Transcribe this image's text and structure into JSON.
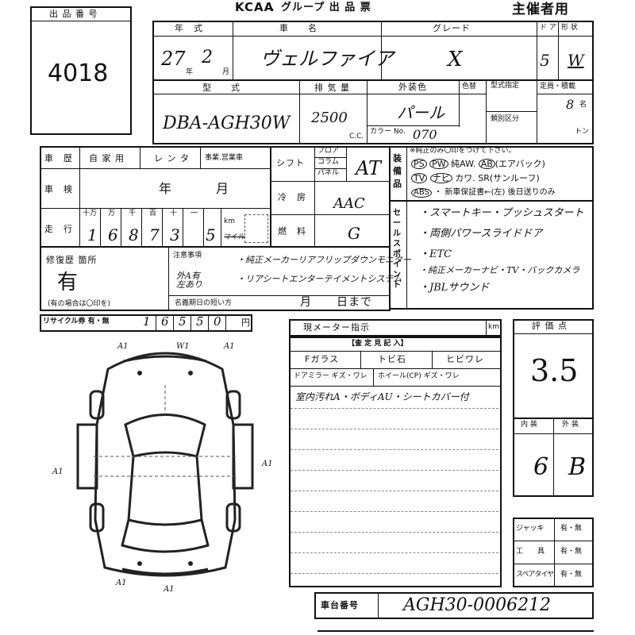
{
  "header": {
    "brand": "KCAA",
    "title": "．グループ 出 品 票",
    "organizer": "主催者用"
  },
  "lot": {
    "label": "出 品 番 号",
    "number": "4018"
  },
  "row1": {
    "year_label": "年　式",
    "name_label": "車　　名",
    "grade_label": "グレード",
    "door_label": "ド ア",
    "shape_label": "形 状",
    "year": "27",
    "month": "2",
    "year_unit": "年",
    "month_unit": "月",
    "car_name": "ヴェルファイア",
    "grade": "X",
    "doors": "5",
    "shape": "W"
  },
  "row2": {
    "model_label": "型　　式",
    "cc_label": "排 気 量",
    "ext_color_label": "外装色",
    "color_change_label": "色替",
    "type_spec_label": "型式指定",
    "class_label": "類別区分",
    "capacity_label": "定員・積載",
    "model": "DBA-AGH30W",
    "cc": "2500",
    "cc_unit": "C.C.",
    "color": "パール",
    "color_no_label": "カラー No.",
    "color_no": "070",
    "capacity": "8",
    "capacity_unit": "名",
    "ton_unit": "トン"
  },
  "history": {
    "label": "車　歴",
    "private": "自 家 用",
    "rental": "レ ン タ",
    "business": "事業.営業車"
  },
  "inspection": {
    "label": "車　検",
    "year_unit": "年",
    "month_unit": "月"
  },
  "mileage": {
    "label": "走　行",
    "units": [
      "十万",
      "万",
      "千",
      "百",
      "十",
      "一"
    ],
    "digits": [
      "1",
      "6",
      "8",
      "7",
      "3",
      "5"
    ],
    "km": "km",
    "mile": "マイル"
  },
  "shift": {
    "label": "シフト",
    "options": [
      "フロア",
      "コラム",
      "パネル"
    ],
    "value": "AT"
  },
  "ac": {
    "label": "冷　房",
    "value": "AAC"
  },
  "fuel": {
    "label": "燃　料",
    "value": "G"
  },
  "equipment": {
    "label": "装備品",
    "note": "※純正のみ〇印をつけて下さい。",
    "line1": [
      "PS",
      "PW",
      "純AW.",
      "AB",
      "(エアバック)"
    ],
    "line2": [
      "TV",
      "ナビ",
      "カワ.",
      "SR",
      "(サンルーフ)"
    ],
    "line3": [
      "ABS",
      "・",
      "新車保証書←(左) 後日送りのみ"
    ]
  },
  "sales_point": {
    "label": "セールスポイント",
    "items": [
      "・スマートキー・プッシュスタート",
      "・両側パワースライドドア",
      "・ETC",
      "・純正メーカーナビ・TV・バックカメラ",
      "・JBLサウンド"
    ]
  },
  "repair": {
    "label": "修復歴 箇所",
    "value": "有",
    "note": "(有の場合は〇印を)"
  },
  "notes": {
    "label": "注意事項",
    "items": [
      "・純正メーカーリアフリップダウンモニター",
      "・リアシートエンターテイメントシステム"
    ],
    "left_note": "外A有 左あり",
    "expire_label": "名義期日の短い方",
    "month_unit": "月",
    "day_unit": "日まで"
  },
  "recycle": {
    "label": "リサイクル券 有・無",
    "digits": [
      "1",
      "6",
      "5",
      "5",
      "0"
    ],
    "yen": "円"
  },
  "meter": {
    "label": "現メーター指示",
    "unit": "km"
  },
  "inspection_notes": {
    "label": "【査 定 見 記 入】",
    "fglass": "Fガラス",
    "tobi": "トビ石",
    "hibi": "ヒビワレ",
    "mirror": "ドアミラー ギズ・ワレ",
    "wheel": "ホイール(CP) ギズ・ワレ",
    "remark": "室内汚れA・ボディAU・シートカバー付"
  },
  "score": {
    "label": "評 価 点",
    "value": "3.5",
    "interior_label": "内 装",
    "exterior_label": "外 装",
    "interior": "6",
    "exterior": "B"
  },
  "tools": {
    "jack": "ジャッキ",
    "tools": "工　　具",
    "spare": "スペアタイヤ",
    "yes_no": "有・無"
  },
  "chassis": {
    "label": "車台番号",
    "value": "AGH30-0006212"
  },
  "diagram": {
    "marks": [
      "A1",
      "W1",
      "A1",
      "A1",
      "A1",
      "A1",
      "A1"
    ]
  }
}
